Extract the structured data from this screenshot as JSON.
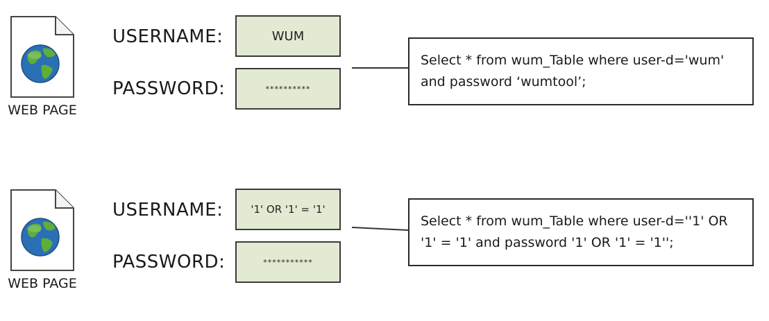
{
  "scenarios": [
    {
      "doc_caption": "WEB PAGE",
      "username_label": "USERNAME:",
      "username_value": "WUM",
      "password_label": "PASSWORD:",
      "password_value": "**********",
      "query_text": "Select * from wum_Table where user-d='wum' and password ‘wumtool’;"
    },
    {
      "doc_caption": "WEB PAGE",
      "username_label": "USERNAME:",
      "username_value": "'1' OR '1' = '1'",
      "password_label": "PASSWORD:",
      "password_value": "***********",
      "query_text": "Select * from wum_Table where user-d=''1' OR '1' = '1' and password '1' OR '1' = '1'';"
    }
  ],
  "colors": {
    "field_fill": "#e3ead4",
    "globe_ocean": "#2b6fb5",
    "globe_land": "#5fae3a"
  },
  "icons": [
    "web-page-document-icon",
    "globe-icon"
  ]
}
